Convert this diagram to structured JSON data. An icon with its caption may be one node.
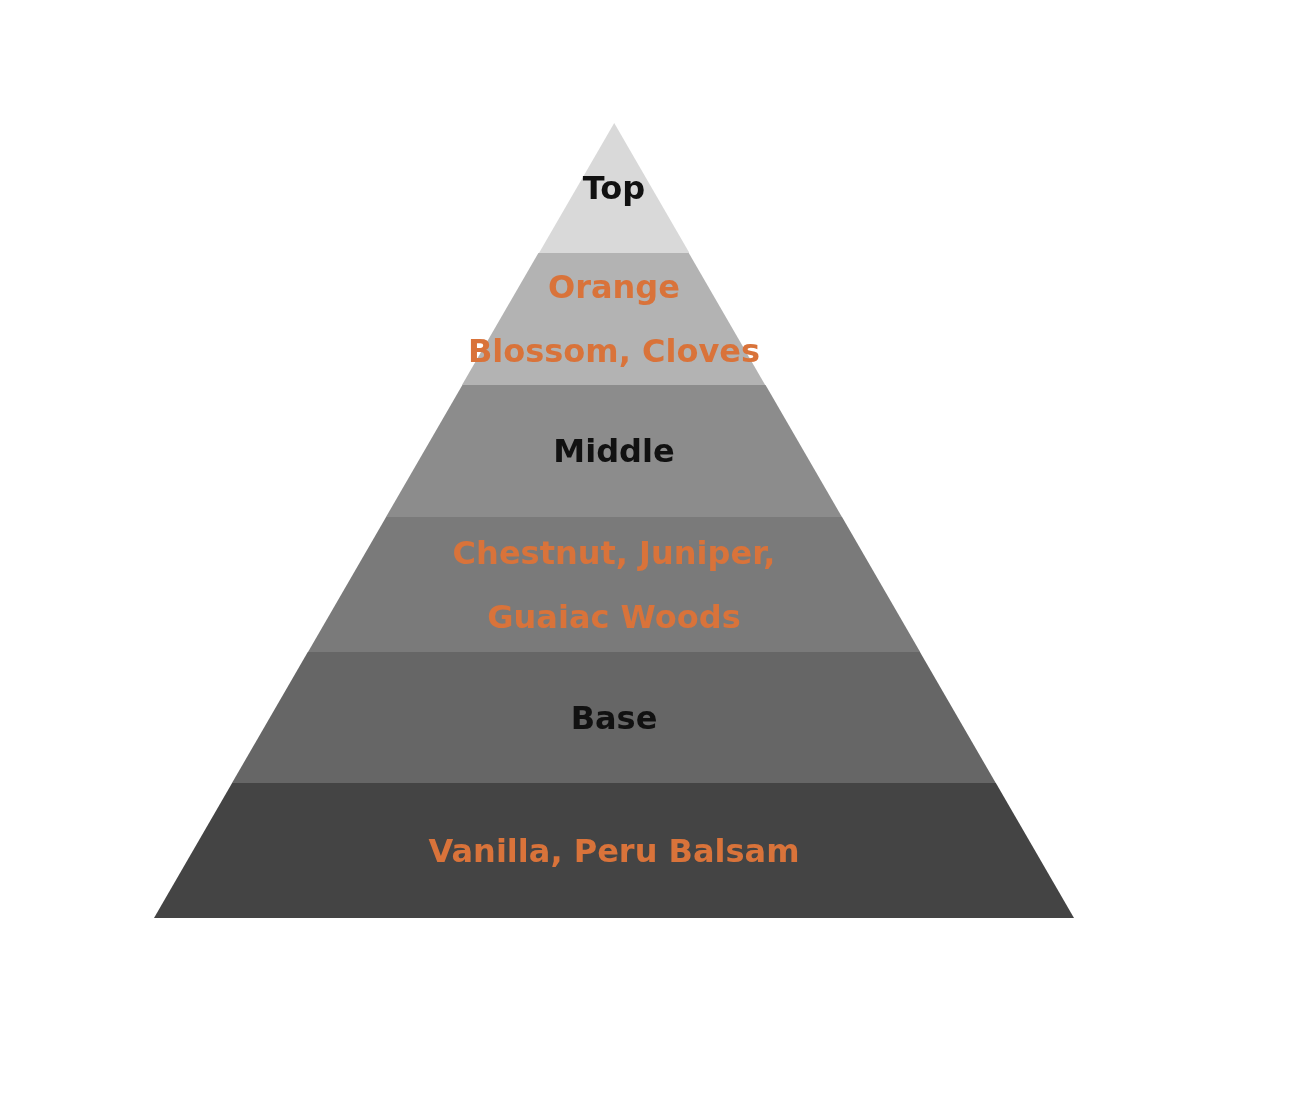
{
  "diagram": {
    "nodes": [
      {
        "text": [
          "Top"
        ]
      },
      {
        "text": [
          "Orange Blossom, Cloves"
        ]
      },
      {
        "text": [
          "Middle"
        ]
      },
      {
        "text": [
          "Chestnut, Juniper, Guaiac Woods"
        ]
      },
      {
        "text": [
          "Base"
        ]
      },
      {
        "text": [
          "Vanilla, Peru Balsam"
        ]
      }
    ]
  }
}
